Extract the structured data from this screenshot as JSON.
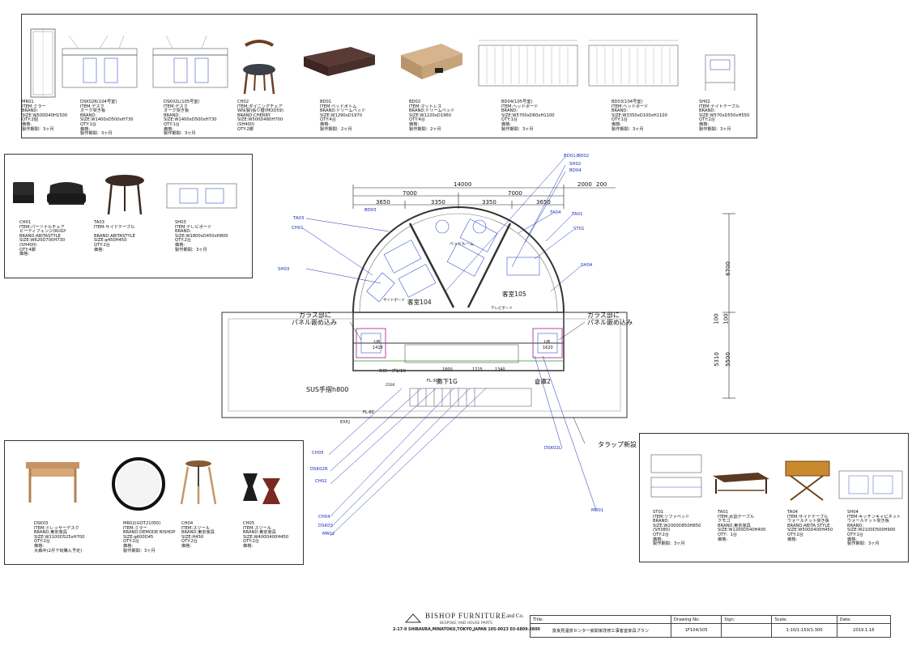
{
  "top_items": [
    {
      "code": "MR01",
      "lines": [
        "ITEM:ミラー",
        "BRAND:",
        "SIZE:W500D40H1500",
        "QTY:2個",
        "価格:",
        "製作期間：3ヶ月"
      ]
    },
    {
      "code": "DSK02R(104号室)",
      "lines": [
        "ITEM:デスク",
        "オーク突き板",
        "BRAND:",
        "SIZE:W1400xD500xH730",
        "QTY:1台",
        "価格:",
        "製作期間：3ヶ月"
      ]
    },
    {
      "code": "DSK02L(105号室)",
      "lines": [
        "ITEM:デスク",
        "オーク突き板",
        "BRAND:",
        "SIZE:W1400xD500xH730",
        "QTY:1台",
        "価格:",
        "製作期間：3ヶ月"
      ]
    },
    {
      "code": "CH02",
      "lines": [
        "ITEM:ダイニングチェア",
        "WN(製)張り替(MOD59)",
        "BRAND:CHERRY",
        "SIZE:W500D480H700",
        "(SH400)",
        "QTY:2脚"
      ]
    },
    {
      "code": "BD01",
      "lines": [
        "ITEM:ベッドボトム",
        "BRAND:ドリームベッド",
        "SIZE:W1290xD1970",
        "QTY:4台",
        "価格:",
        "製作期間：2ヶ月"
      ]
    },
    {
      "code": "BD02",
      "lines": [
        "ITEM:マットレス",
        "BRAND:ドリームベッド",
        "SIZE:W1220xD1960",
        "QTY:4台",
        "価格:",
        "製作期間：2ヶ月"
      ]
    },
    {
      "code": "BD04(105号室)",
      "lines": [
        "ITEM:ヘッドボード",
        "BRAND:",
        "SIZE:W5700xD60xH1100",
        "QTY:1台",
        "価格:",
        "製作期間：3ヶ月"
      ]
    },
    {
      "code": "BD03(104号室)",
      "lines": [
        "ITEM:ヘッドボード",
        "BRAND:",
        "SIZE:W3350xD100xH1100",
        "QTY:1台",
        "価格:",
        "製作期間：3ヶ月"
      ]
    },
    {
      "code": "SH02",
      "lines": [
        "ITEM:ナイトテーブル",
        "BRAND:",
        "SIZE:W570xD550xH550",
        "QTY:2台",
        "価格:",
        "製作期間：3ヶ月"
      ]
    }
  ],
  "left_items": [
    {
      "code": "CH01",
      "lines": [
        "ITEM:パーソナルチェア",
        "ビーティフェンジ(RUGY",
        "BRAND:ABITASTYLE",
        "SIZE:W620D700H730",
        "(SH400)",
        "QTY:4脚",
        "価格:"
      ]
    },
    {
      "code": "TA03",
      "lines": [
        "ITEM:サイドテーブル",
        "",
        "BRAND:ABITASTYLE",
        "SIZE:φ450H450",
        "QTY:2台",
        "価格:"
      ]
    },
    {
      "code": "SH03",
      "lines": [
        "ITEM:テレビボード",
        "BRAND:",
        "SIZE:W1800xD450xH800",
        "QTY:2台",
        "価格:",
        "製作期間：3ヶ月"
      ]
    }
  ],
  "bottom_items": [
    {
      "code": "DSK03",
      "lines": [
        "ITEM:ドレッサーデスク",
        "BRAND:東京家具",
        "SIZE:W1100D525xH700",
        "QTY:2台",
        "価格:",
        "大森中(2月下旬購入予定)"
      ]
    },
    {
      "code": "MR02(GOT21050)",
      "lines": [
        "ITEM:ミラー",
        "BRAND:DEMODE BISHOP",
        "SIZE:φ600D45",
        "QTY:2台",
        "価格:",
        "製作期間：3ヶ月"
      ]
    },
    {
      "code": "CH04",
      "lines": [
        "ITEM:スツール",
        "BRAND:東京家具",
        "SIZE:H450",
        "QTY:2台",
        "価格:"
      ]
    },
    {
      "code": "CH05",
      "lines": [
        "ITEM:スツール",
        "BRAND:東京家具",
        "SIZE:W400D400H450",
        "QTY:2台",
        "価格:"
      ]
    }
  ],
  "right_items": [
    {
      "code": "ST01",
      "lines": [
        "ITEM:ソファベッド",
        "BRAND:",
        "SIZE:W2000D850H850",
        "(SH380)",
        "QTY:2台",
        "価格:",
        "製作期間：3ヶ月"
      ]
    },
    {
      "code": "TA01",
      "lines": [
        "ITEM:水割テーブル",
        "クモゴ",
        "BRAND:東京家具",
        "SIZE:W1200D540H400",
        "QTY：1台",
        "価格:"
      ]
    },
    {
      "code": "TA04",
      "lines": [
        "ITEM:サイドテーブル",
        "ウォールナット突き板",
        "BRAND:ABITA STYLE",
        "SIZE:W500D400H450",
        "QTY:2台",
        "価格:"
      ]
    },
    {
      "code": "SH04",
      "lines": [
        "ITEM:キッチンキャビネット",
        "ウォールナット突き板",
        "BRAND:",
        "SIZE:W2100D500H900",
        "QTY:1台",
        "価格:",
        "製作期間：3ヶ月"
      ]
    }
  ],
  "plan": {
    "dims_top": [
      "14000",
      "7000",
      "7000",
      "2000",
      "200",
      "3650",
      "3350",
      "3350",
      "3650"
    ],
    "dims_right": [
      "6700",
      "100",
      "100",
      "5310",
      "5500"
    ],
    "rooms": [
      "客室104",
      "客室105",
      "廊下1G",
      "倉庫2",
      "ベッドルーム",
      "サイドボード"
    ],
    "notes": [
      "ガラス部に",
      "パネル嵌め込み",
      "ガラス部に",
      "パネル嵌め込み",
      "SUS手摺h800",
      "タラップ新設",
      "スロープ1/10",
      "FL-300",
      "FL-60",
      "EXP.J",
      "1800",
      "1725",
      "1340",
      "2500",
      "UB",
      "1418",
      "UB",
      "1620",
      "テレビボード"
    ],
    "tags": [
      "BD01/BD02",
      "SH02",
      "BD04",
      "BD03",
      "TA03",
      "CH01",
      "TA04",
      "TA01",
      "ST01",
      "SH03",
      "SH04",
      "CH05",
      "DSK02R",
      "CH02",
      "CH04",
      "DSK03",
      "MR02",
      "DSK02L",
      "MR01"
    ]
  },
  "title_block": {
    "logo_name": "BISHOP FURNITURE",
    "logo_suffix": "and Co.",
    "logo_sub": "BESPOKE AND HOUSE PARTS",
    "address": "2-17-9 SHIBAURA,MINATOKU,TOKYO,JAPAN 105-0023  03-6809-3800",
    "headers": [
      "Title:",
      "Drawing No:",
      "Sign:",
      "Scale:",
      "Date:"
    ],
    "values": [
      "富良見温泉センター房間家改修工事客室家具プラン",
      "1F104/105",
      "",
      "1:10/1:150/1:300",
      "2019.1.16"
    ]
  },
  "colors": {
    "blue": "#1a2dbb",
    "line": "#333333"
  }
}
